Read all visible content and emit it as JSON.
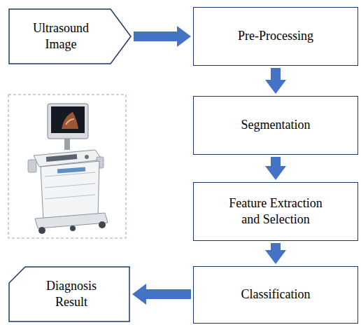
{
  "diagram": {
    "nodes": [
      {
        "text": [
          "Ultrasound Image"
        ]
      },
      {
        "text": [
          "Pre-Processing"
        ]
      },
      {
        "text": [
          "Segmentation"
        ]
      },
      {
        "text": [
          "Feature Extraction and Selection"
        ]
      },
      {
        "text": [
          "Classification"
        ]
      },
      {
        "text": [
          "Diagnosis Result"
        ]
      }
    ],
    "edges": [
      {
        "from": 0,
        "to": 1,
        "arrow": "to"
      },
      {
        "from": 1,
        "to": 2,
        "arrow": "to"
      },
      {
        "from": 2,
        "to": 3,
        "arrow": "to"
      },
      {
        "from": 3,
        "to": 4,
        "arrow": "to"
      },
      {
        "from": 4,
        "to": 5,
        "arrow": "to"
      }
    ]
  }
}
